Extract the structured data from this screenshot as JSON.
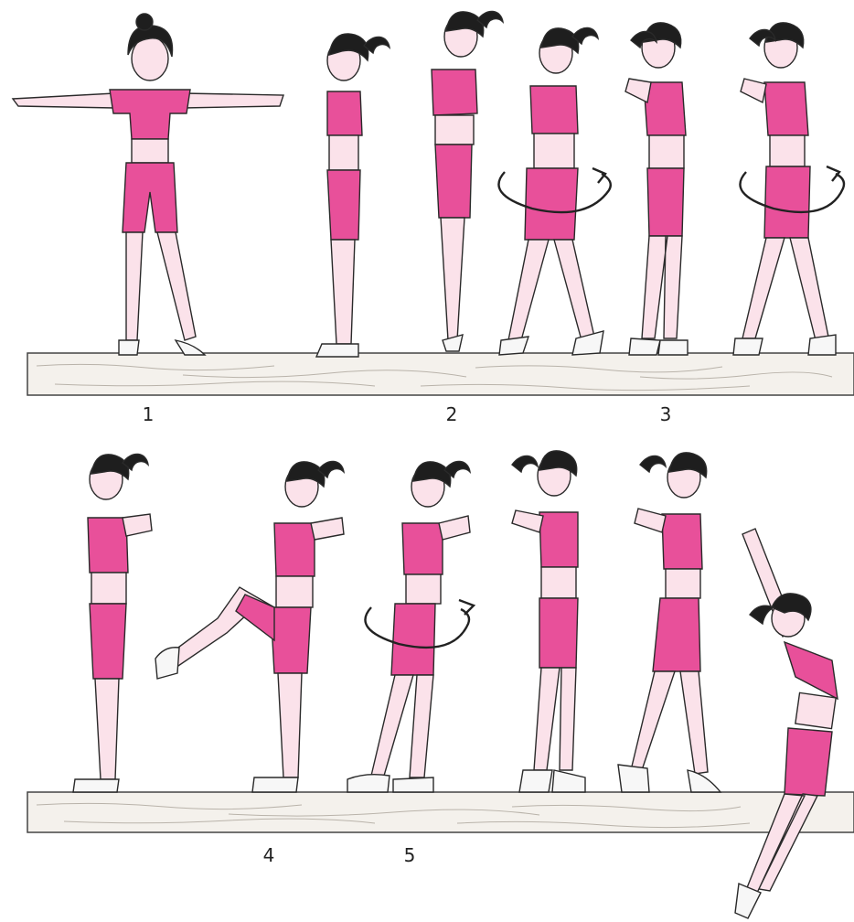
{
  "step_labels": [
    "1",
    "2",
    "3",
    "4",
    "5"
  ],
  "colors": {
    "outfit": "#e8509a",
    "outfit_shadow": "#c43a7e",
    "skin": "#fbe2ea",
    "hair": "#1e1e1e",
    "outline": "#2a2a2a",
    "beam": "#f4f1ec",
    "beam_grain": "#b9b3aa",
    "shoe": "#f7f7f7"
  },
  "icons": [
    "rotation-arrow-icon"
  ]
}
